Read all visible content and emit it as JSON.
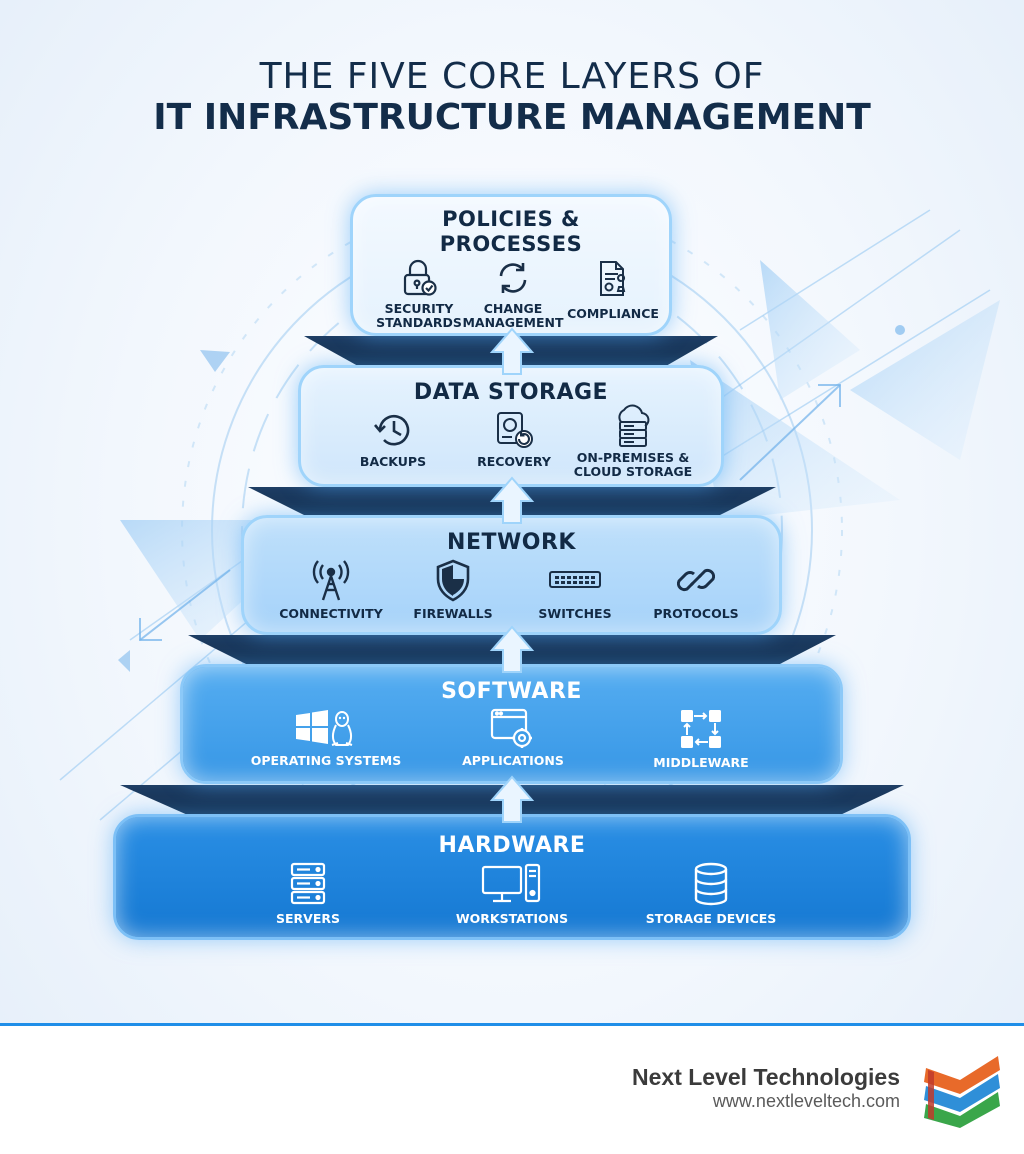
{
  "title": {
    "line1": "THE FIVE CORE LAYERS OF",
    "line2": "IT INFRASTRUCTURE MANAGEMENT"
  },
  "layers": [
    {
      "title": "POLICIES &\nPROCESSES",
      "items": [
        {
          "label": "SECURITY\nSTANDARDS",
          "icon": "padlock-check-icon"
        },
        {
          "label": "CHANGE\nMANAGEMENT",
          "icon": "sync-arrows-icon"
        },
        {
          "label": "COMPLIANCE",
          "icon": "document-stamp-icon"
        }
      ]
    },
    {
      "title": "DATA STORAGE",
      "items": [
        {
          "label": "BACKUPS",
          "icon": "clock-history-icon"
        },
        {
          "label": "RECOVERY",
          "icon": "drive-restore-icon"
        },
        {
          "label": "ON-PREMISES &\nCLOUD STORAGE",
          "icon": "cloud-server-icon"
        }
      ]
    },
    {
      "title": "NETWORK",
      "items": [
        {
          "label": "CONNECTIVITY",
          "icon": "antenna-tower-icon"
        },
        {
          "label": "FIREWALLS",
          "icon": "shield-icon"
        },
        {
          "label": "SWITCHES",
          "icon": "network-switch-icon"
        },
        {
          "label": "PROTOCOLS",
          "icon": "chain-link-icon"
        }
      ]
    },
    {
      "title": "SOFTWARE",
      "items": [
        {
          "label": "OPERATING SYSTEMS",
          "icon": "windows-linux-icon"
        },
        {
          "label": "APPLICATIONS",
          "icon": "app-window-gear-icon"
        },
        {
          "label": "MIDDLEWARE",
          "icon": "flow-nodes-icon"
        }
      ]
    },
    {
      "title": "HARDWARE",
      "items": [
        {
          "label": "SERVERS",
          "icon": "server-rack-icon"
        },
        {
          "label": "WORKSTATIONS",
          "icon": "desktop-computer-icon"
        },
        {
          "label": "STORAGE DEVICES",
          "icon": "database-icon"
        }
      ]
    }
  ],
  "footer": {
    "company": "Next Level Technologies",
    "url": "www.nextleveltech.com",
    "logo_icon": "stacked-chevrons-logo-icon"
  },
  "colors": {
    "title": "#132d4a",
    "hardware": "#1a80db",
    "software": "#3f9fe9",
    "network": "#b2d9fa",
    "storage": "#d8ebfc",
    "policies": "#edf6fe",
    "accent": "#1f8ee8"
  }
}
